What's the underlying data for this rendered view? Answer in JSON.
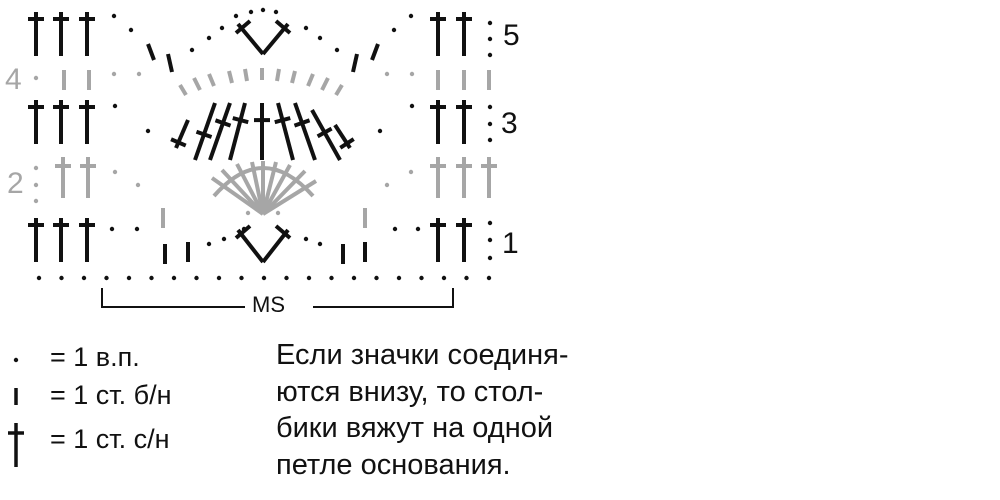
{
  "diagram": {
    "row_labels": [
      {
        "text": "5",
        "color": "#111111"
      },
      {
        "text": "4",
        "color": "#a6a6a6"
      },
      {
        "text": "3",
        "color": "#111111"
      },
      {
        "text": "2",
        "color": "#a6a6a6"
      },
      {
        "text": "1",
        "color": "#111111"
      }
    ],
    "repeat_label": "MS",
    "colors": {
      "black": "#111111",
      "gray": "#a6a6a6"
    }
  },
  "legend": [
    {
      "symbol": "chain-dot-icon",
      "text": "= 1 в.п."
    },
    {
      "symbol": "single-crochet-icon",
      "text": "= 1 ст. б/н"
    },
    {
      "symbol": "double-crochet-icon",
      "text": "= 1 ст. с/н"
    }
  ],
  "note": {
    "lines": [
      "Если значки соединя-",
      "ются внизу, то стол-",
      "бики вяжут на одной",
      "петле основания."
    ]
  }
}
